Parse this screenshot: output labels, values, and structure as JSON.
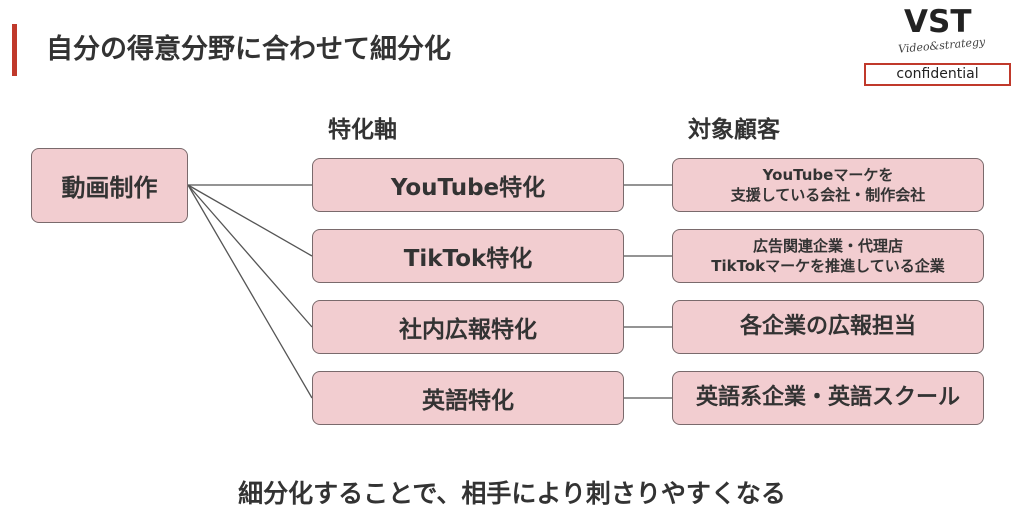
{
  "title": "自分の得意分野に合わせて細分化",
  "logo": {
    "main": "VST",
    "sub": "Video&strategy"
  },
  "confidential": "confidential",
  "headers": {
    "axis": "特化軸",
    "target": "対象顧客"
  },
  "root": "動画制作",
  "rows": [
    {
      "axis": "YouTube特化",
      "target": [
        "YouTubeマーケを",
        "支援している会社・制作会社"
      ]
    },
    {
      "axis": "TikTok特化",
      "target": [
        "広告関連企業・代理店",
        "TikTokマーケを推進している企業"
      ]
    },
    {
      "axis": "社内広報特化",
      "target": [
        "各企業の広報担当"
      ]
    },
    {
      "axis": "英語特化",
      "target": [
        "英語系企業・英語スクール"
      ]
    }
  ],
  "footer": "細分化することで、相手により刺さりやすくなる",
  "colors": {
    "accent": "#c0392b",
    "box_fill": "#f2cdd0",
    "box_border": "#7a6a6c",
    "line": "#555555"
  }
}
